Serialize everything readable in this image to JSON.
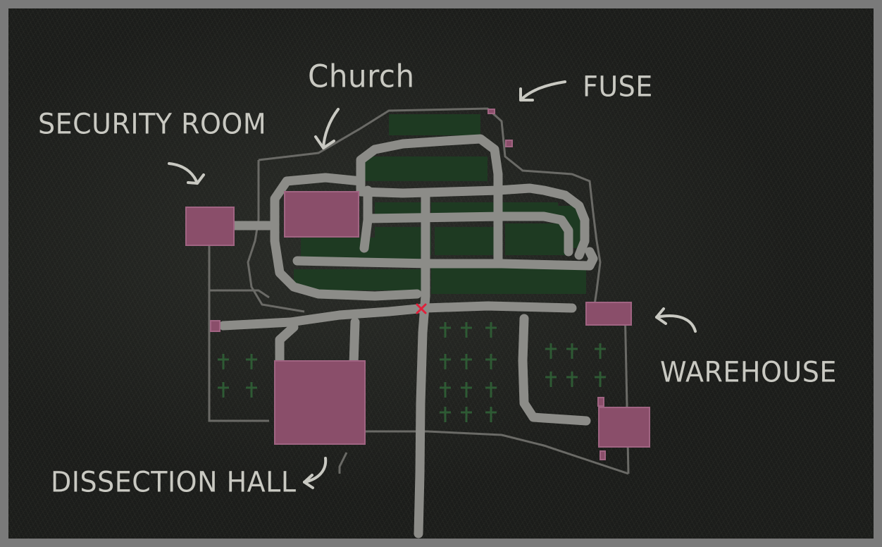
{
  "labels": {
    "security_room": "SECURITY ROOM",
    "church": "Church",
    "fuse": "FUSE",
    "warehouse": "WAREHOUSE",
    "dissection_hall": "DISSECTION HALL"
  },
  "colors": {
    "building": "#8a4e6a",
    "building_border": "#a06482",
    "road": "#8c8c88",
    "path_line": "#6e6e6a",
    "grave_plot": "#1e3a22",
    "grave_cross": "#2e5a34",
    "player_marker": "#e0203a",
    "label_text": "#c9c9c2"
  },
  "icons": {
    "player_marker": "x-marker-icon",
    "arrows": "arrow-icon"
  }
}
